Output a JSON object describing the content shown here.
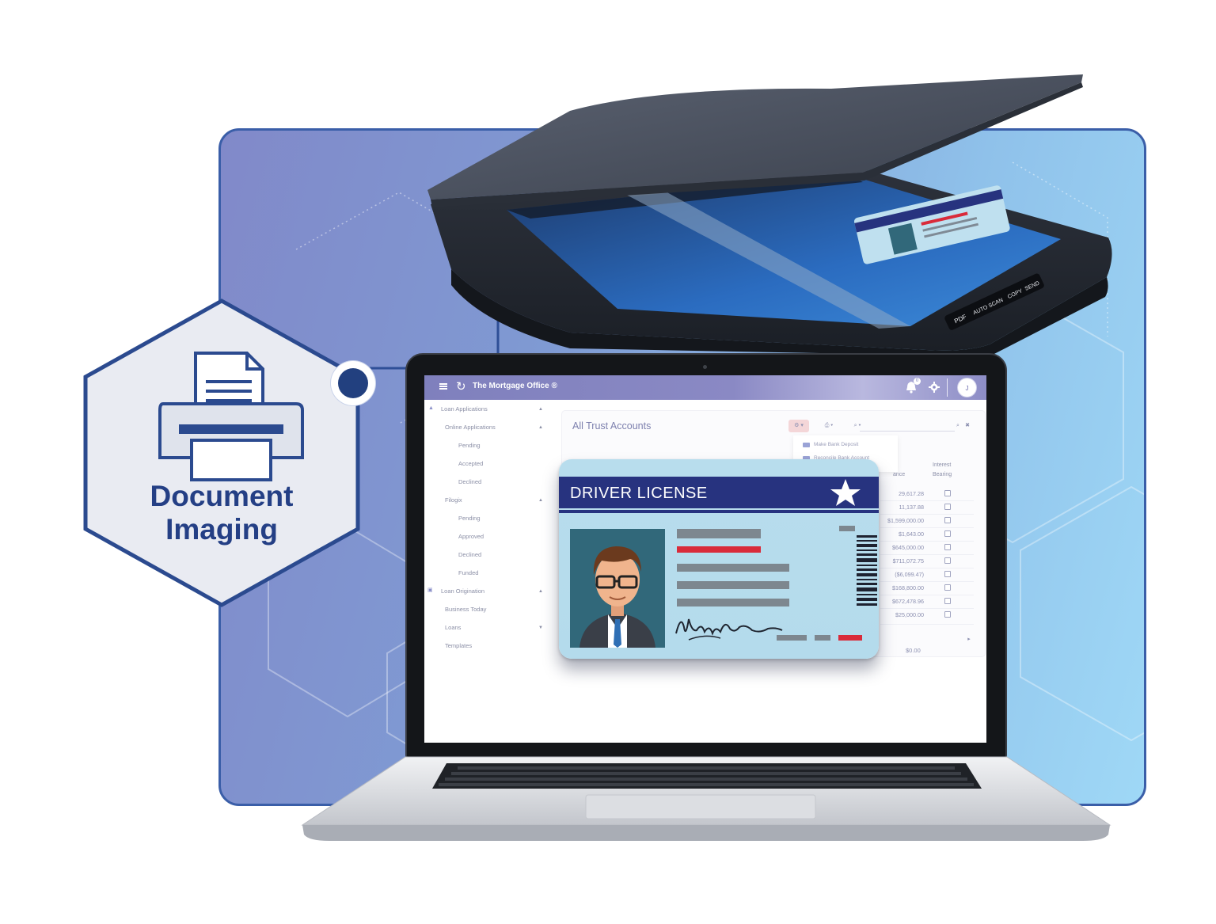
{
  "badge": {
    "title_line1": "Document",
    "title_line2": "Imaging",
    "icon": "printer-icon"
  },
  "scanner": {
    "buttons": [
      "PDF",
      "AUTO SCAN",
      "COPY",
      "SEND"
    ]
  },
  "app": {
    "title": "The Mortgage Office ®",
    "notification_count": "0",
    "avatar_initial": "J"
  },
  "sidebar": {
    "items": [
      {
        "label": "Loan Applications"
      },
      {
        "label": "Online Applications"
      },
      {
        "label": "Pending"
      },
      {
        "label": "Accepted"
      },
      {
        "label": "Declined"
      },
      {
        "label": "Filogix"
      },
      {
        "label": "Pending"
      },
      {
        "label": "Approved"
      },
      {
        "label": "Declined"
      },
      {
        "label": "Funded"
      },
      {
        "label": "Loan Origination"
      },
      {
        "label": "Business Today"
      },
      {
        "label": "Loans"
      },
      {
        "label": "Templates"
      }
    ]
  },
  "main": {
    "title": "All Trust Accounts",
    "dropdown": [
      "Make Bank Deposit",
      "Reconcile Bank Account"
    ],
    "columns": {
      "balance_partial": "ance",
      "interest_line1": "Interest",
      "interest_line2": "Bearing"
    },
    "amounts": [
      "29,617.28",
      "11,137.88",
      "$1,599,000.00",
      "$1,643.00",
      "$645,000.00",
      "$711,072.75",
      "($6,099.47)",
      "$168,800.00",
      "$672,478.96",
      "$25,000.00"
    ],
    "total": "$0.00"
  },
  "license": {
    "title": "DRIVER LICENSE",
    "signature": "Happy Customer"
  },
  "colors": {
    "brand_navy": "#27337f",
    "topbar": "#8a89c4",
    "accent_red": "#d92b3a",
    "panel_border": "#3a5ea8"
  }
}
